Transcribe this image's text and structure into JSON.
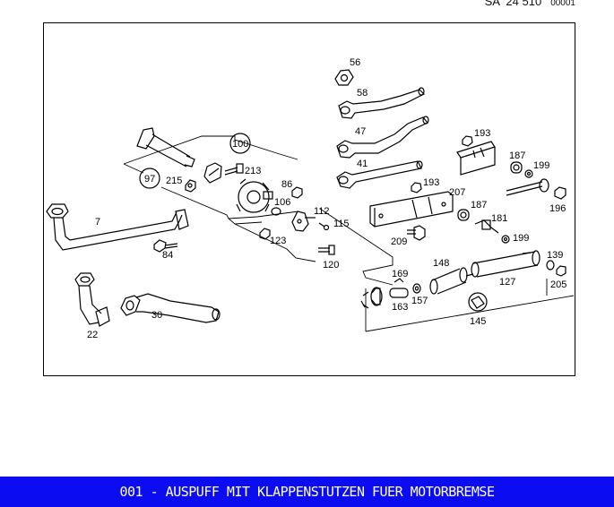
{
  "header": {
    "code": "SA  24 510",
    "sub": "00001"
  },
  "parts": {
    "p7": "7",
    "p22": "22",
    "p30": "30",
    "p41": "41",
    "p47": "47",
    "p56": "56",
    "p58": "58",
    "p84": "84",
    "p86": "86",
    "p97": "97",
    "p100": "100",
    "p106": "106",
    "p112": "112",
    "p115": "115",
    "p120": "120",
    "p123": "123",
    "p127": "127",
    "p139": "139",
    "p145": "145",
    "p148": "148",
    "p157": "157",
    "p163": "163",
    "p169": "169",
    "p181": "181",
    "p187a": "187",
    "p187b": "187",
    "p193a": "193",
    "p193b": "193",
    "p196": "196",
    "p199a": "199",
    "p199b": "199",
    "p205": "205",
    "p207": "207",
    "p209": "209",
    "p213": "213",
    "p215": "215"
  },
  "footer": {
    "title": "001 - AUSPUFF MIT KLAPPENSTUTZEN FUER MOTORBREMSE"
  },
  "colors": {
    "footer_bg": "#0c0cf0",
    "footer_text": "#ffffff"
  }
}
